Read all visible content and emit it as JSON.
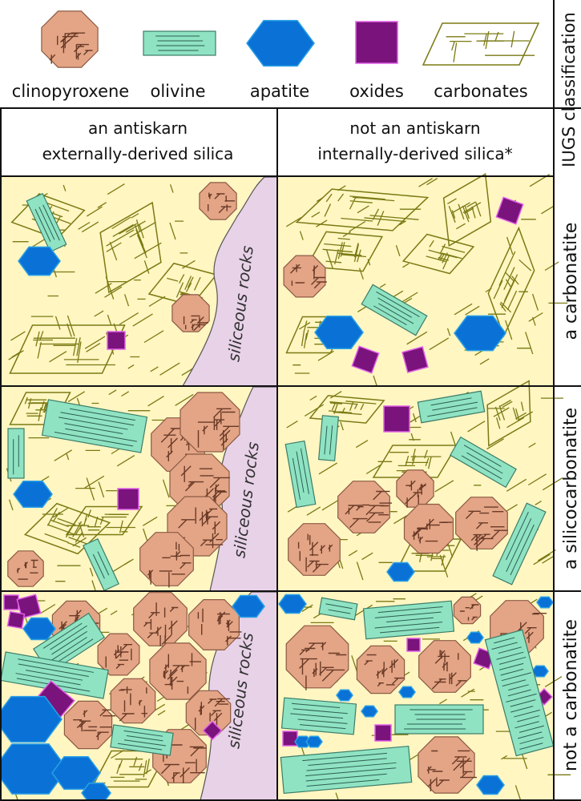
{
  "legend": {
    "clinopyroxene": "clinopyroxene",
    "olivine": "olivine",
    "apatite": "apatite",
    "oxides": "oxides",
    "carbonates": "carbonates"
  },
  "side_header": "IUGS classification",
  "columns": [
    {
      "line1": "an antiskarn",
      "line2": "externally-derived silica"
    },
    {
      "line1": "not an antiskarn",
      "line2": "internally-derived silica*"
    }
  ],
  "rows": [
    {
      "label": "a carbonatite"
    },
    {
      "label": "a silicocarbonatite"
    },
    {
      "label": "not a carbonatite"
    }
  ],
  "siliceous_label": "siliceous rocks",
  "colors": {
    "background": "#fff6c2",
    "clinopyroxene": "#e3a586",
    "clinopyroxene_edge": "#8c5a44",
    "olivine": "#8fe3c3",
    "olivine_edge": "#3c7c68",
    "apatite": "#0a72d6",
    "apatite_edge": "#2aa0e6",
    "oxides": "#7a137c",
    "oxides_edge": "#e060e8",
    "carbonate_line": "#7a7a14",
    "siliceous": "#e8d2e8",
    "siliceous_edge": "#555555"
  }
}
